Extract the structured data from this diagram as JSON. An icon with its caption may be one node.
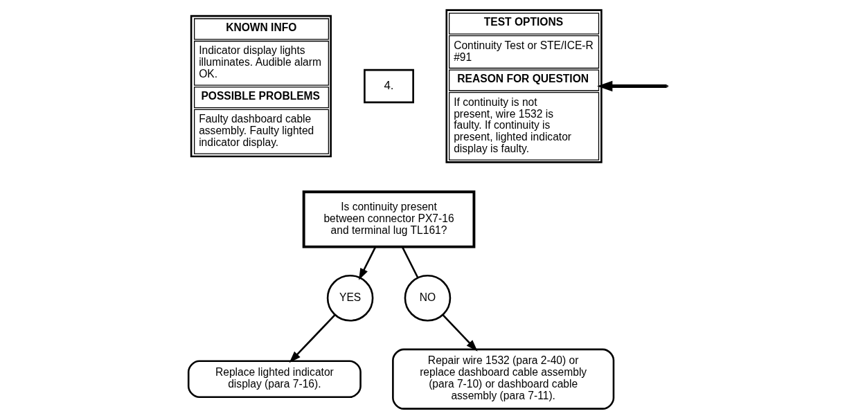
{
  "diagram": {
    "nodes": [
      {
        "text": [
          "KNOWN INFO",
          "Indicator display lights illuminates. Audible alarm OK.",
          "POSSIBLE PROBLEMS",
          "Faulty dashboard cable assembly. Faulty lighted indicator display."
        ]
      },
      {
        "text": [
          "4."
        ]
      },
      {
        "text": [
          "Is continuity present between connector PX7-16 and terminal lug TL161?"
        ]
      },
      {
        "text": [
          "TEST OPTIONS",
          "Continuity Test or STE/ICE-R #91",
          "REASON FOR QUESTION",
          "If continuity is not present, wire 1532 is faulty. If continuity is present, lighted indicator display is faulty."
        ]
      },
      {
        "text": [
          "NO"
        ]
      },
      {
        "text": [
          "Repair wire 1532 (para 2-40) or replace dashboard cable assembly (para 7-10) or dashboard cable assembly (para 7-11)."
        ]
      },
      {
        "text": [
          "YES"
        ]
      },
      {
        "text": [
          "Replace lighted indicator display (para 7-16)."
        ]
      }
    ],
    "edges": [
      {
        "from": 2,
        "to": 4,
        "arrow": "none"
      },
      {
        "from": 4,
        "to": 5,
        "arrow": "to"
      },
      {
        "from": 2,
        "to": 6,
        "arrow": "to"
      },
      {
        "from": 6,
        "to": 7,
        "arrow": "to"
      },
      {
        "from": null,
        "to": 3,
        "arrow": "to",
        "style": "thick"
      }
    ]
  }
}
